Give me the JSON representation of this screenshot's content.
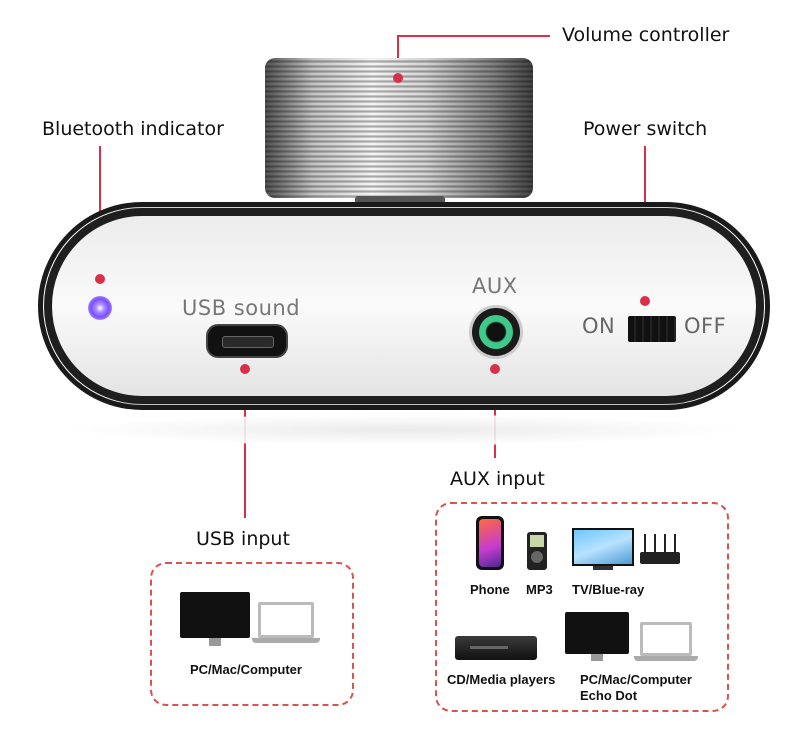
{
  "callouts": {
    "volume_controller": "Volume controller",
    "bluetooth_indicator": "Bluetooth indicator",
    "power_switch": "Power switch",
    "usb_input": "USB input",
    "aux_input": "AUX input"
  },
  "panel": {
    "usb_port_label": "USB sound",
    "aux_port_label": "AUX",
    "switch_on": "ON",
    "switch_off": "OFF"
  },
  "usb_devices": [
    {
      "label": "PC/Mac/Computer",
      "icon": "desktop-laptop-icon"
    }
  ],
  "aux_devices": [
    {
      "label": "Phone",
      "icon": "smartphone-icon"
    },
    {
      "label": "MP3",
      "icon": "mp3-player-icon"
    },
    {
      "label": "TV/Blue-ray",
      "icon": "tv-router-icon"
    },
    {
      "label": "CD/Media players",
      "icon": "media-player-icon"
    },
    {
      "label": "PC/Mac/Computer",
      "icon": "desktop-laptop-icon"
    },
    {
      "label": "Echo Dot",
      "icon": ""
    }
  ],
  "colors": {
    "accent_red": "#d9304a",
    "dash_red": "#d9534f",
    "bluetooth_led": "#7a4dff",
    "aux_jack_ring": "#3fc98a",
    "device_body": "#1a1a1a"
  }
}
